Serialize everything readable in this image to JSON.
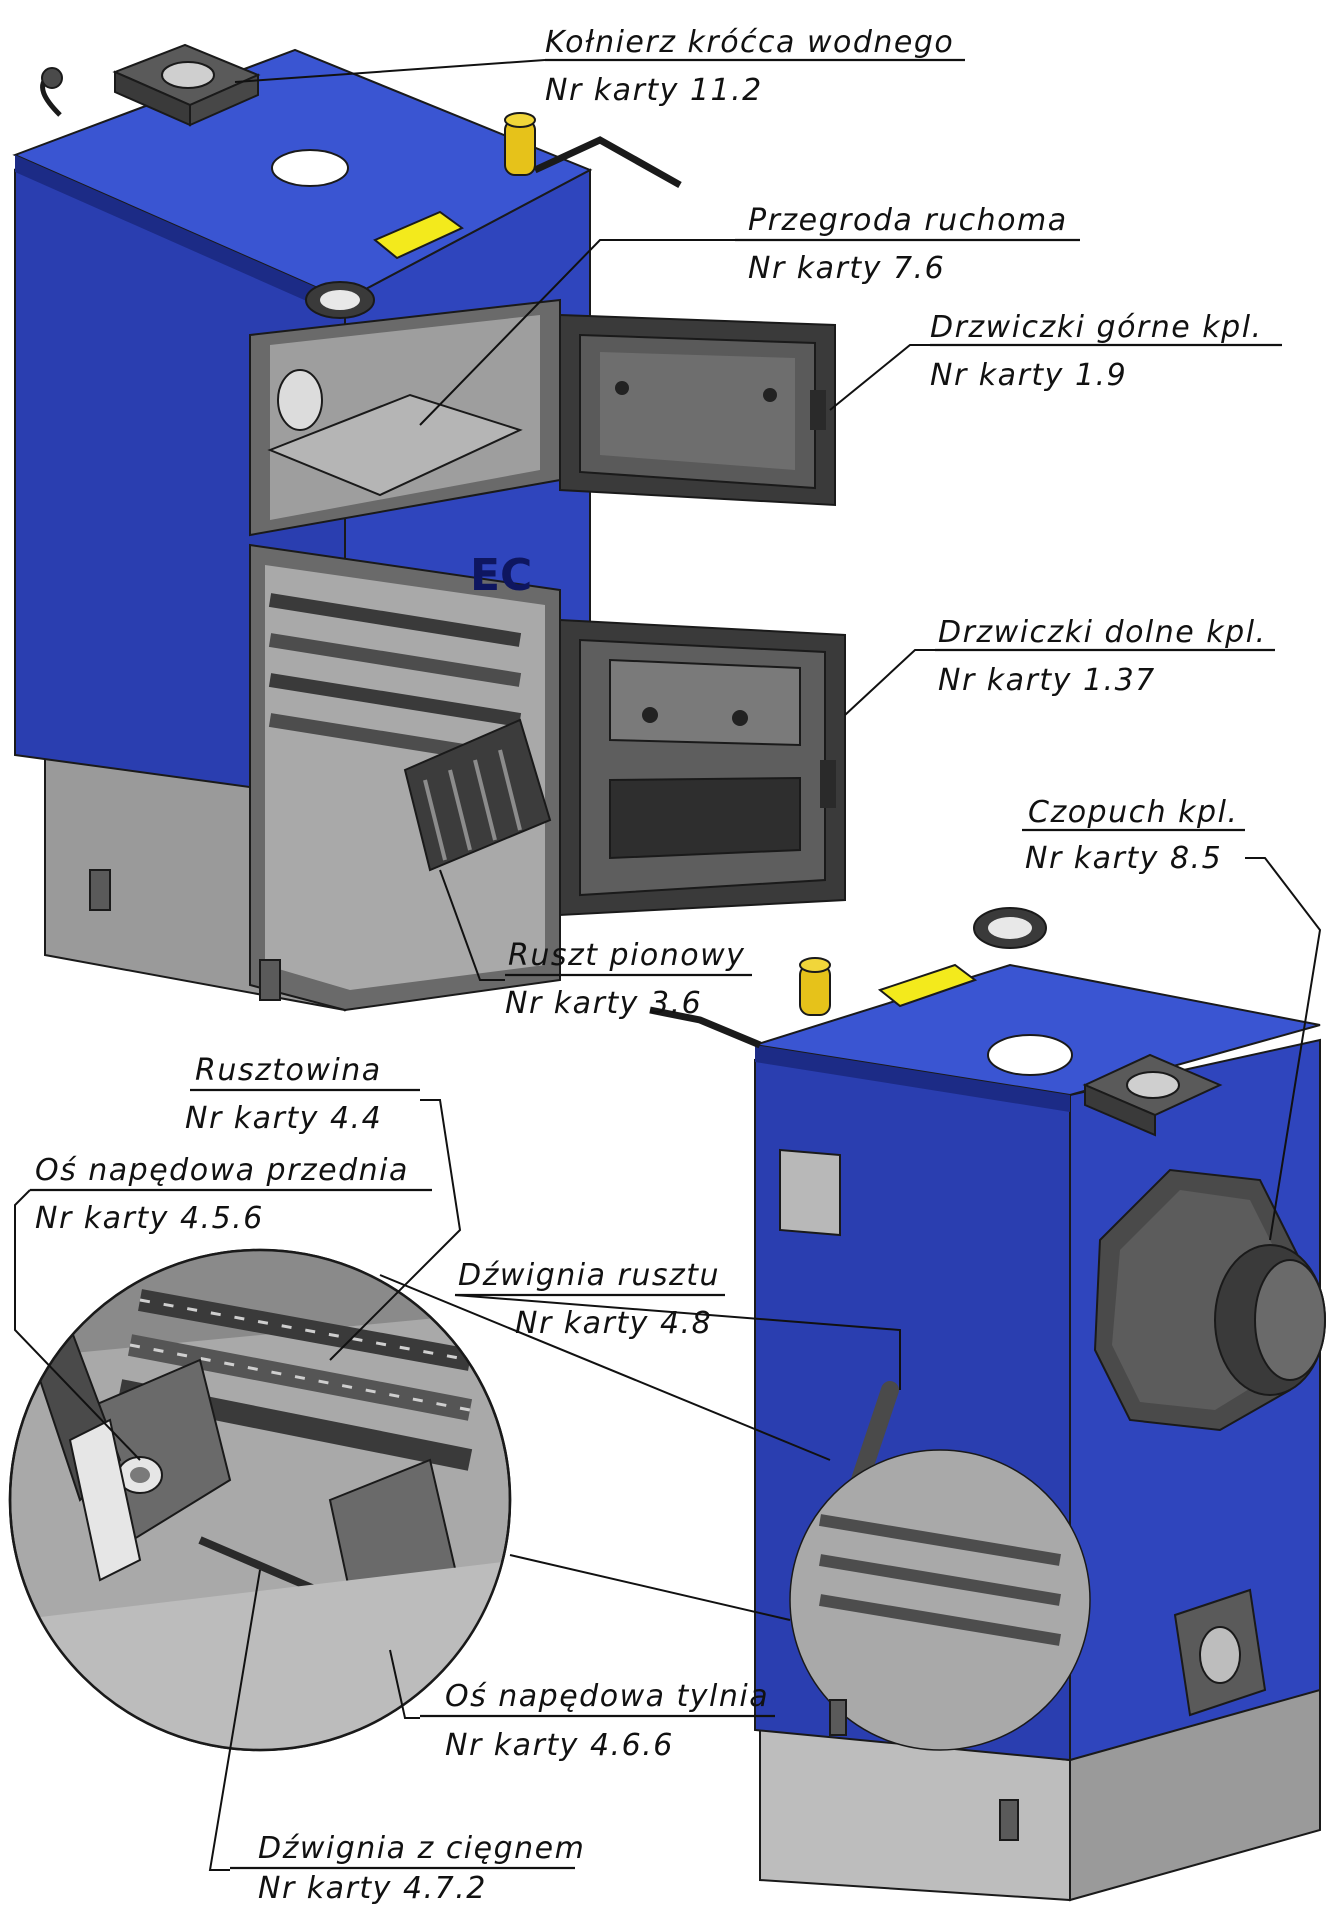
{
  "brand_text": "EC",
  "colors": {
    "boiler_blue": "#2a3eb0",
    "boiler_blue_dark": "#1c2b86",
    "boiler_blue_light": "#3c55d0",
    "steel_grey": "#8c8c8c",
    "steel_dark": "#4a4a4a",
    "steel_light": "#c9c9c9",
    "label_yellow": "#f3ea1c",
    "line": "#111111"
  },
  "labels": [
    {
      "id": "kolnierz",
      "name": "Kołnierz króćca wodnego",
      "card": "Nr karty 11.2"
    },
    {
      "id": "przegroda",
      "name": "Przegroda ruchoma",
      "card": "Nr karty 7.6"
    },
    {
      "id": "drzwiczki-gorne",
      "name": "Drzwiczki górne kpl.",
      "card": "Nr karty 1.9"
    },
    {
      "id": "drzwiczki-dolne",
      "name": "Drzwiczki dolne kpl.",
      "card": "Nr karty 1.37"
    },
    {
      "id": "czopuch",
      "name": "Czopuch kpl.",
      "card": "Nr karty 8.5"
    },
    {
      "id": "ruszt-pionowy",
      "name": "Ruszt pionowy",
      "card": "Nr karty 3.6"
    },
    {
      "id": "rusztowina",
      "name": "Rusztowina",
      "card": "Nr karty 4.4"
    },
    {
      "id": "os-przednia",
      "name": "Oś napędowa przednia",
      "card": "Nr karty 4.5.6"
    },
    {
      "id": "dzwignia-rusztu",
      "name": "Dźwignia rusztu",
      "card": "Nr karty 4.8"
    },
    {
      "id": "os-tylnia",
      "name": "Oś napędowa tylnia",
      "card": "Nr karty 4.6.6"
    },
    {
      "id": "dzwignia-ciegno",
      "name": "Dźwignia z cięgnem",
      "card": "Nr karty 4.7.2"
    }
  ]
}
